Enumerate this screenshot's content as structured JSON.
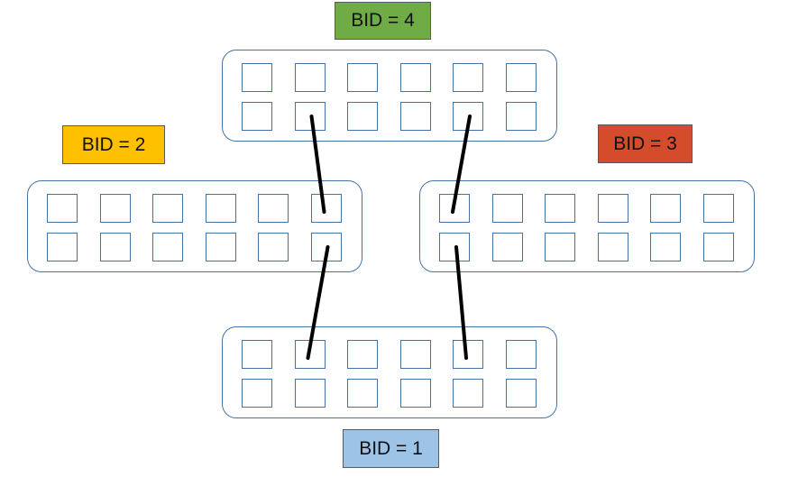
{
  "labels": {
    "bid4": "BID = 4",
    "bid2": "BID = 2",
    "bid3": "BID = 3",
    "bid1": "BID = 1"
  },
  "colors": {
    "bid4": "#6fac46",
    "bid2": "#ffc000",
    "bid3": "#d54c2c",
    "bid1": "#9dc3e6",
    "board_outline": "#4472a4",
    "link": "#000000"
  },
  "boards": [
    {
      "id": "bid4",
      "rows": 2,
      "cols": 6
    },
    {
      "id": "bid2",
      "rows": 2,
      "cols": 6
    },
    {
      "id": "bid3",
      "rows": 2,
      "cols": 6
    },
    {
      "id": "bid1",
      "rows": 2,
      "cols": 6
    }
  ],
  "connections": [
    {
      "from": {
        "board": "bid4",
        "row": 2,
        "col": 2
      },
      "to": {
        "board": "bid2",
        "row": 1,
        "col": 6
      }
    },
    {
      "from": {
        "board": "bid4",
        "row": 2,
        "col": 5
      },
      "to": {
        "board": "bid3",
        "row": 1,
        "col": 1
      }
    },
    {
      "from": {
        "board": "bid2",
        "row": 2,
        "col": 6
      },
      "to": {
        "board": "bid1",
        "row": 1,
        "col": 2
      }
    },
    {
      "from": {
        "board": "bid3",
        "row": 2,
        "col": 1
      },
      "to": {
        "board": "bid1",
        "row": 1,
        "col": 5
      }
    }
  ]
}
